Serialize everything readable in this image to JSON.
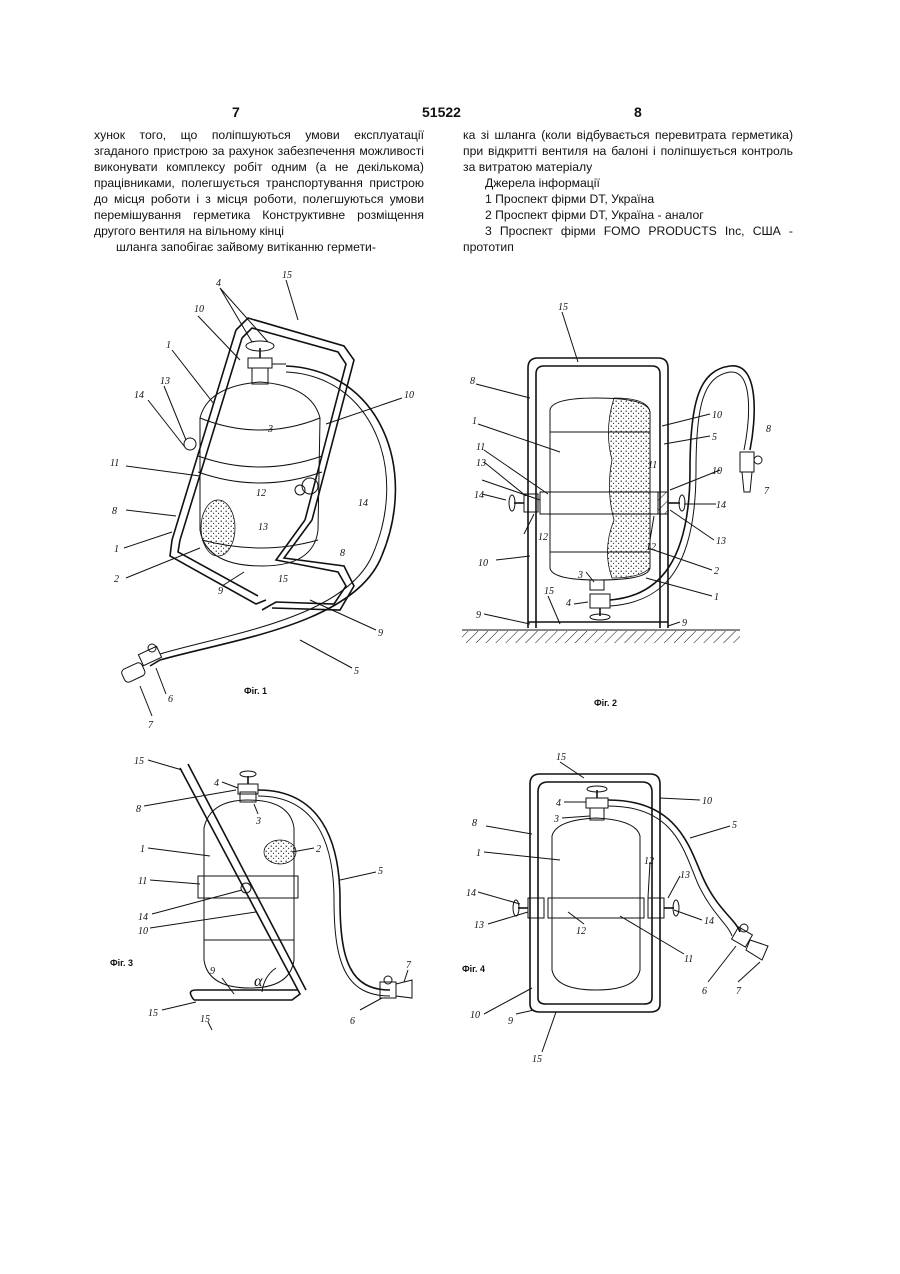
{
  "header": {
    "page_left": "7",
    "doc_number": "51522",
    "page_right": "8"
  },
  "left_column": {
    "para1": "хунок того, що поліпшуються умови експлуатації згаданого пристрою за рахунок забезпечення можливості виконувати комплексу робіт одним (а не декількома) працівниками, полегшується транспортування пристрою до місця роботи і з місця роботи, полегшуються умови перемішування герметика Конструктивне розміщення другого вентиля на вільному кінці",
    "para2": "шланга запобігає зайвому витіканню гермети-"
  },
  "right_column": {
    "para1": "ка зі шланга (коли відбувається перевитрата герметика) при відкритті вентиля на балоні і поліпшується контроль за витратою матеріалу",
    "sources_title": "Джерела інформації",
    "sources": [
      "1 Проспект фірми DT, Україна",
      "2 Проспект фірми DT, Україна - аналог",
      "3 Проспект фірми FOMO PRODUCTS Inc, США - прототип"
    ]
  },
  "figures": {
    "fig1_caption": "Фіг. 1",
    "fig2_caption": "Фіг. 2",
    "fig3_caption": "Фіг. 3",
    "fig4_caption": "Фіг. 4",
    "fig1_labels": [
      "15",
      "4",
      "10",
      "1",
      "13",
      "14",
      "10",
      "3",
      "11",
      "12",
      "14",
      "8",
      "13",
      "1",
      "2",
      "8",
      "9",
      "15",
      "9",
      "5",
      "6",
      "7"
    ],
    "fig2_labels": [
      "15",
      "8",
      "10",
      "1",
      "5",
      "11",
      "13",
      "11",
      "8",
      "14",
      "10",
      "12",
      "14",
      "13",
      "12",
      "10",
      "2",
      "3",
      "1",
      "4",
      "15",
      "9",
      "9",
      "7"
    ],
    "fig3_labels": [
      "15",
      "4",
      "8",
      "3",
      "2",
      "1",
      "11",
      "5",
      "14",
      "10",
      "7",
      "α",
      "9",
      "6",
      "15",
      "15"
    ],
    "fig4_labels": [
      "15",
      "4",
      "10",
      "3",
      "8",
      "5",
      "1",
      "12",
      "13",
      "14",
      "14",
      "12",
      "13",
      "11",
      "7",
      "6",
      "10",
      "9",
      "15"
    ]
  }
}
